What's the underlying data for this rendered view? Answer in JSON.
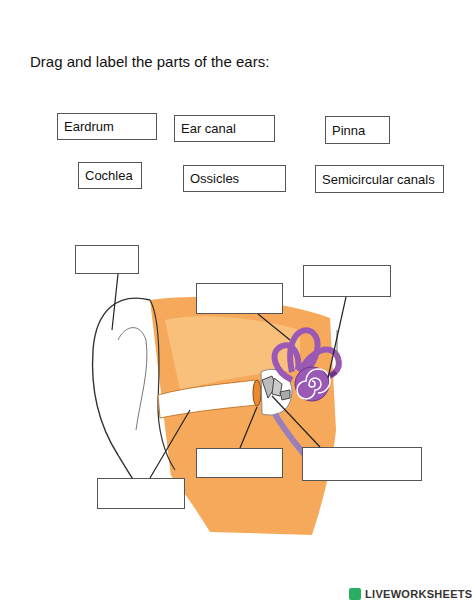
{
  "diagram": {
    "title": "Drag and label the parts of the ears:",
    "nodes": [
      {
        "text": [
          "Eardrum"
        ]
      },
      {
        "text": [
          "Ear canal"
        ]
      },
      {
        "text": [
          "Pinna"
        ]
      },
      {
        "text": [
          "Cochlea"
        ]
      },
      {
        "text": [
          "Ossicles"
        ]
      },
      {
        "text": [
          "Semicircular canals"
        ]
      }
    ],
    "labels": [
      "LIVEWORKSHEETS"
    ]
  }
}
